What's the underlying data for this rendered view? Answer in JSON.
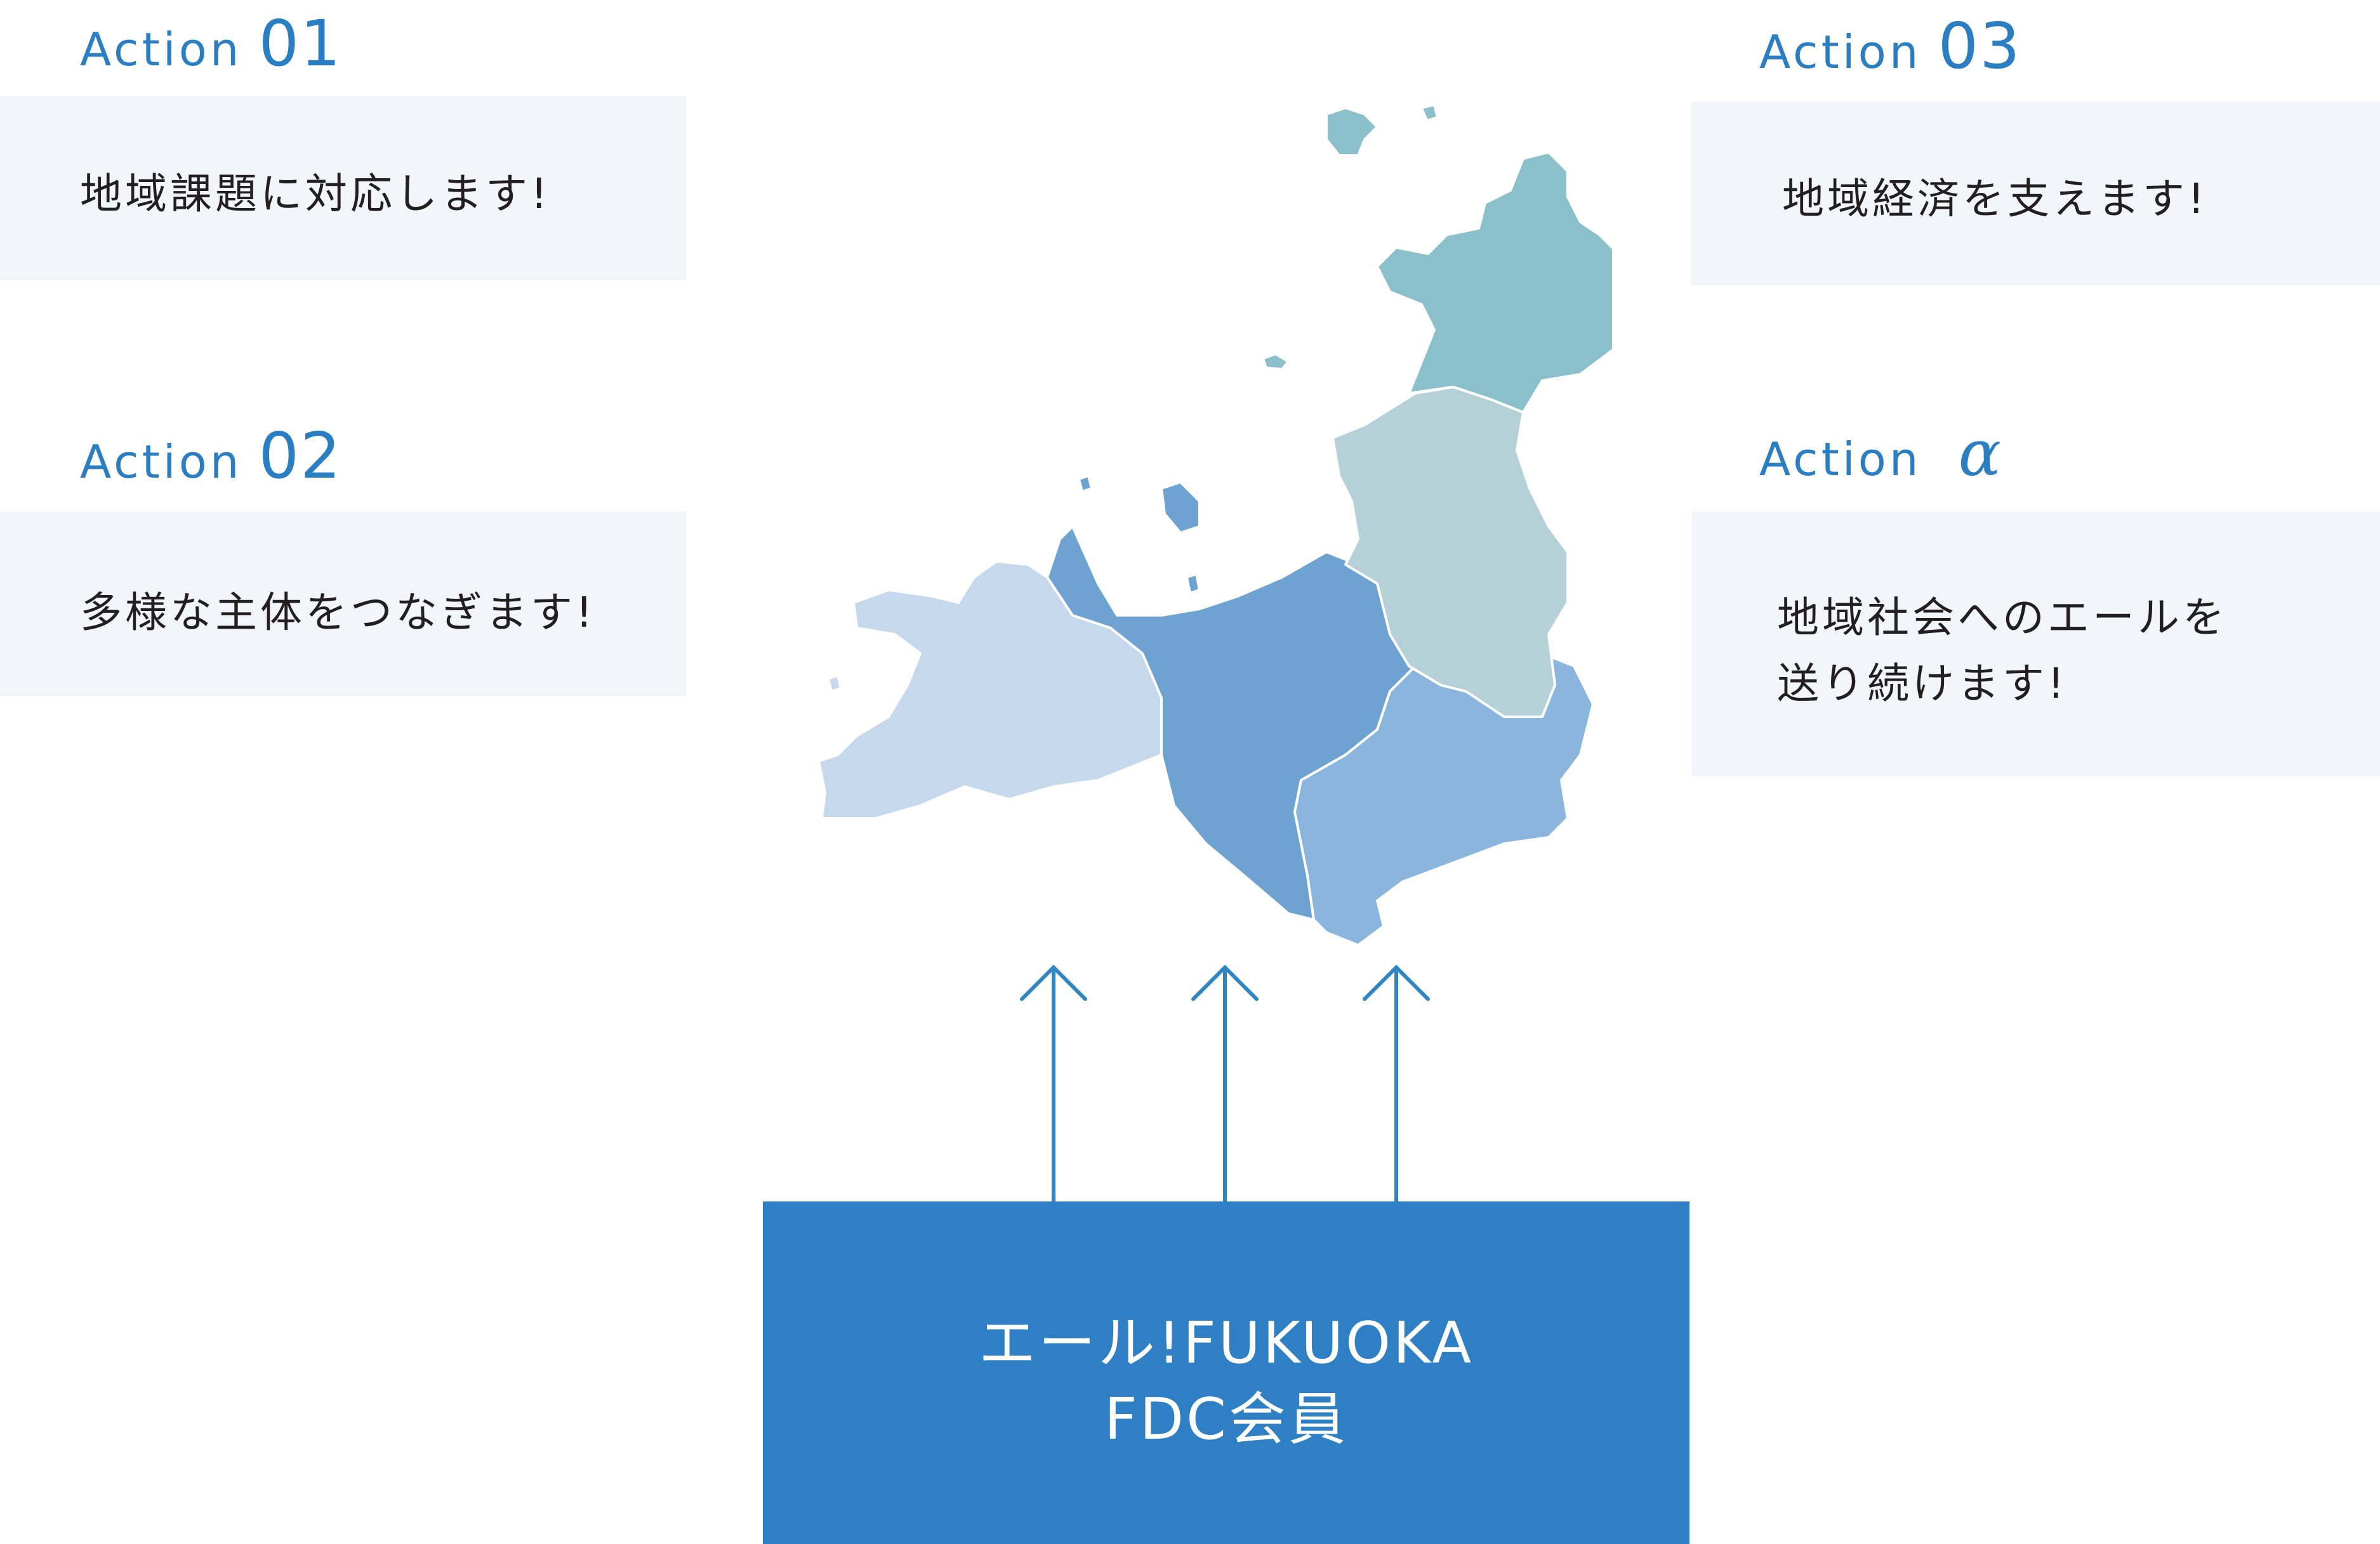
{
  "actions": [
    {
      "word": "Action",
      "number": "01",
      "lines": [
        "地域課題に対応します!"
      ]
    },
    {
      "word": "Action",
      "number": "02",
      "lines": [
        "多様な主体をつなぎます!"
      ]
    },
    {
      "word": "Action",
      "number": "03",
      "lines": [
        "地域経済を支えます!"
      ]
    },
    {
      "word": "Action",
      "number": "α",
      "lines": [
        "地域社会へのエールを",
        "送り続けます!"
      ]
    }
  ],
  "member_box": {
    "line1": "エール!FUKUOKA",
    "line2": "FDC会員"
  },
  "colors": {
    "accent": "#2b7ec1",
    "box": "#2e7fc3",
    "panel": "#f2f5f9",
    "region_west": "#c5d8ec",
    "region_center": "#6ea2d0",
    "region_south": "#8ab6de",
    "region_north": "#8bbfca",
    "region_mid": "#b5d0d6",
    "arrow": "#2f86c2"
  },
  "map": {
    "description_icon": "fukuoka-prefecture-map"
  }
}
